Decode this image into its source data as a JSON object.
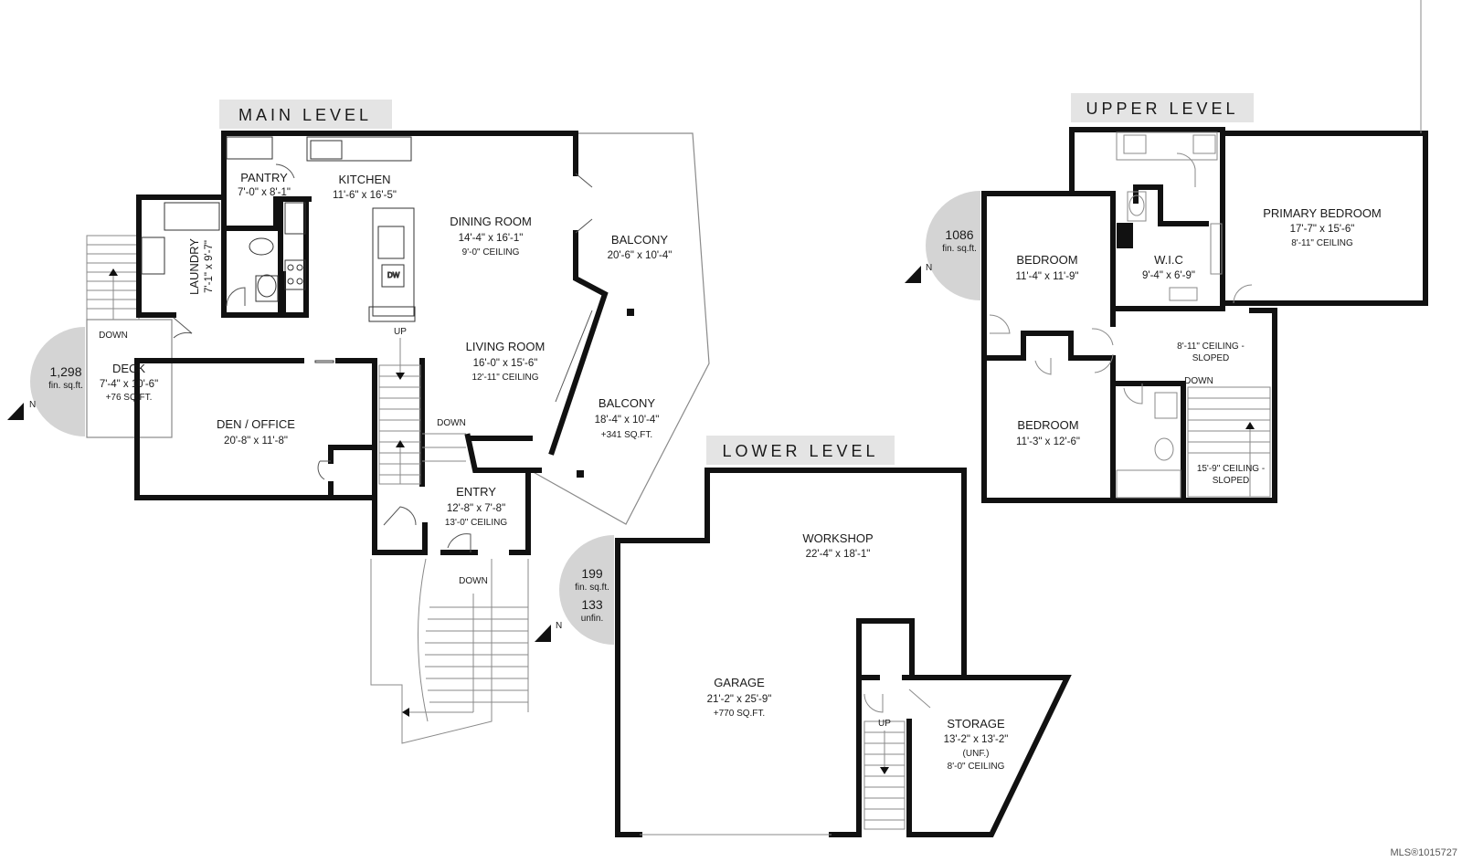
{
  "levels": {
    "main": {
      "label": "MAIN LEVEL",
      "area": {
        "value": "1,298",
        "unit": "fin. sq.ft.",
        "north": "N"
      },
      "rooms": {
        "pantry": {
          "name": "PANTRY",
          "dim": "7'-0\" x 8'-1\""
        },
        "kitchen": {
          "name": "KITCHEN",
          "dim": "11'-6\" x 16'-5\""
        },
        "dining": {
          "name": "DINING ROOM",
          "dim": "14'-4\" x 16'-1\"",
          "note": "9'-0\" CEILING"
        },
        "laundry": {
          "name": "LAUNDRY",
          "dim": "7'-1\" x 9'-7\""
        },
        "balcony1": {
          "name": "BALCONY",
          "dim": "20'-6\" x 10'-4\""
        },
        "living": {
          "name": "LIVING ROOM",
          "dim": "16'-0\" x 15'-6\"",
          "note": "12'-11\" CEILING"
        },
        "deck": {
          "name": "DECK",
          "dim": "7'-4\" x 10'-6\"",
          "note": "+76 SQ.FT."
        },
        "den": {
          "name": "DEN / OFFICE",
          "dim": "20'-8\" x 11'-8\""
        },
        "balcony2": {
          "name": "BALCONY",
          "dim": "18'-4\" x 10'-4\"",
          "note": "+341 SQ.FT."
        },
        "entry": {
          "name": "ENTRY",
          "dim": "12'-8\" x 7'-8\"",
          "note": "13'-0\" CEILING"
        }
      },
      "stairs": {
        "down_deck": "DOWN",
        "up": "UP",
        "down_inner": "DOWN",
        "down_entry": "DOWN"
      },
      "appliance": "DW"
    },
    "lower": {
      "label": "LOWER LEVEL",
      "area": {
        "value1": "199",
        "unit1": "fin. sq.ft.",
        "value2": "133",
        "unit2": "unfin.",
        "north": "N"
      },
      "rooms": {
        "workshop": {
          "name": "WORKSHOP",
          "dim": "22'-4\" x 18'-1\""
        },
        "garage": {
          "name": "GARAGE",
          "dim": "21'-2\" x 25'-9\"",
          "note": "+770 SQ.FT."
        },
        "storage": {
          "name": "STORAGE",
          "dim": "13'-2\" x 13'-2\"",
          "note": "(UNF.)",
          "note2": "8'-0\" CEILING"
        }
      },
      "stairs": {
        "up": "UP"
      }
    },
    "upper": {
      "label": "UPPER LEVEL",
      "area": {
        "value": "1086",
        "unit": "fin. sq.ft.",
        "north": "N"
      },
      "rooms": {
        "primary": {
          "name": "PRIMARY BEDROOM",
          "dim": "17'-7\" x 15'-6\"",
          "note": "8'-11\" CEILING"
        },
        "bedroom1": {
          "name": "BEDROOM",
          "dim": "11'-4\" x 11'-9\""
        },
        "wic": {
          "name": "W.I.C",
          "dim": "9'-4\" x 6'-9\""
        },
        "hall": {
          "note": "8'-11\" CEILING -",
          "note2": "SLOPED"
        },
        "bedroom2": {
          "name": "BEDROOM",
          "dim": "11'-3\" x 12'-6\""
        },
        "stair": {
          "note": "15'-9\" CEILING -",
          "note2": "SLOPED"
        }
      },
      "stairs": {
        "down": "DOWN"
      }
    }
  },
  "mls": "MLS®1015727",
  "colors": {
    "wall": "#111111",
    "label_bg": "#e4e4e4",
    "area_circle": "#d4d4d4",
    "thin_line": "#8a8a8a"
  }
}
